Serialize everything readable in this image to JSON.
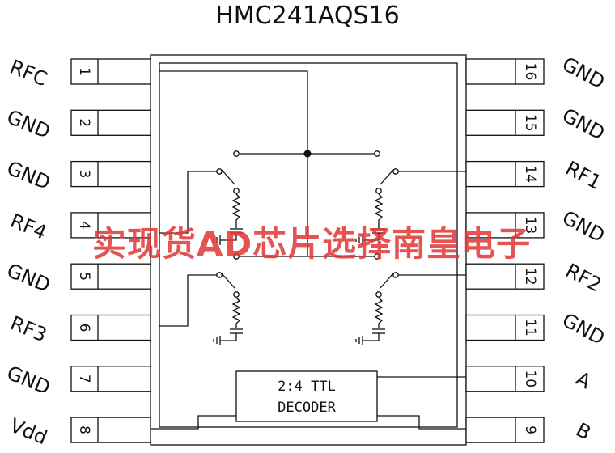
{
  "title": "HMC241AQS16",
  "pins_left": [
    {
      "num": "1",
      "label": "RFC"
    },
    {
      "num": "2",
      "label": "GND"
    },
    {
      "num": "3",
      "label": "GND"
    },
    {
      "num": "4",
      "label": "RF4"
    },
    {
      "num": "5",
      "label": "GND"
    },
    {
      "num": "6",
      "label": "RF3"
    },
    {
      "num": "7",
      "label": "GND"
    },
    {
      "num": "8",
      "label": "Vdd"
    }
  ],
  "pins_right": [
    {
      "num": "16",
      "label": "GND"
    },
    {
      "num": "15",
      "label": "GND"
    },
    {
      "num": "14",
      "label": "RF1"
    },
    {
      "num": "13",
      "label": "GND"
    },
    {
      "num": "12",
      "label": "RF2"
    },
    {
      "num": "11",
      "label": "GND"
    },
    {
      "num": "10",
      "label": "A"
    },
    {
      "num": "9",
      "label": "B"
    }
  ],
  "decoder": {
    "line1": "2:4 TTL",
    "line2": "DECODER"
  },
  "watermark": "实现货AD芯片选择南皇电子",
  "colors": {
    "line": "#111111",
    "watermark": "#e23737"
  }
}
